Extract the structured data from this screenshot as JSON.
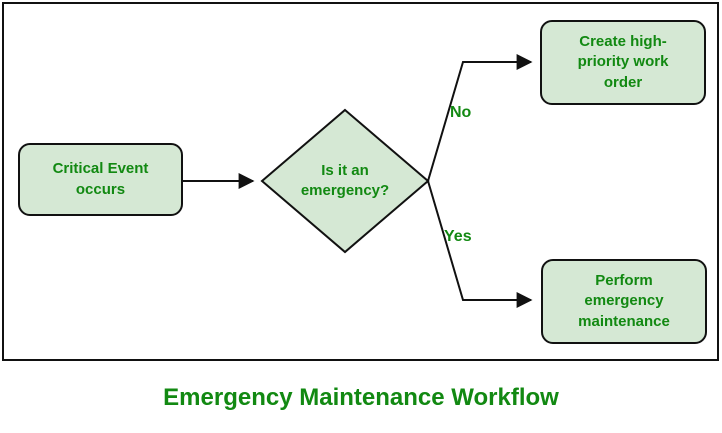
{
  "title": "Emergency Maintenance Workflow",
  "colors": {
    "node_fill": "#d5e8d4",
    "node_border": "#111111",
    "text_green": "#128912"
  },
  "nodes": {
    "start": {
      "label": "Critical Event occurs"
    },
    "decision": {
      "label": "Is it an emergency?"
    },
    "no_branch": {
      "label": "Create high-priority work order"
    },
    "yes_branch": {
      "label": "Perform emergency maintenance"
    }
  },
  "edges": {
    "no_label": "No",
    "yes_label": "Yes"
  }
}
